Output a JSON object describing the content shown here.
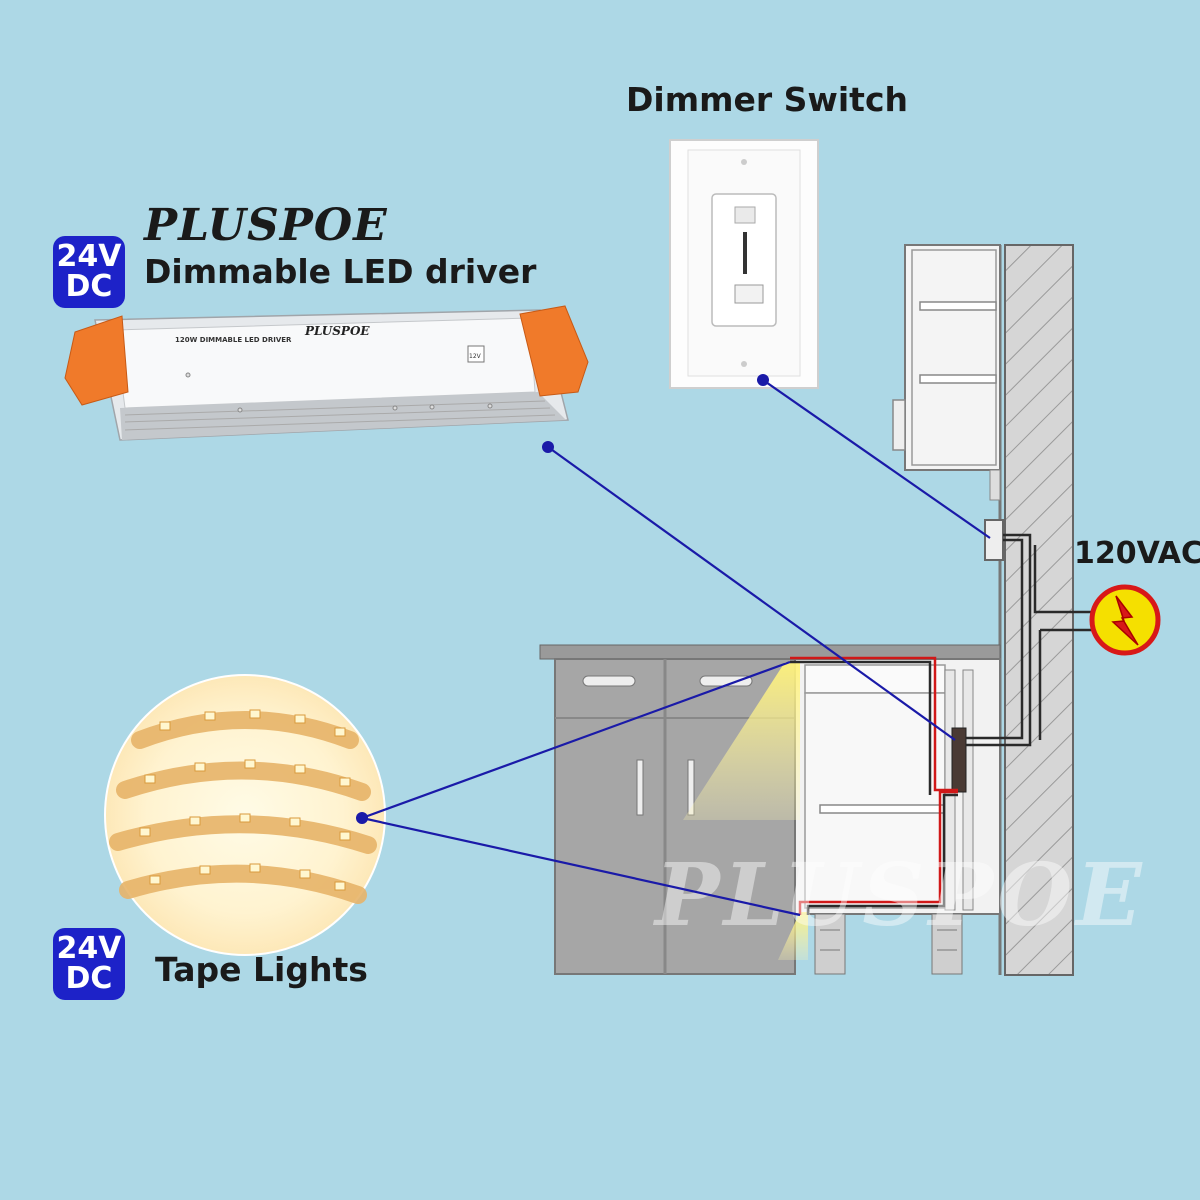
{
  "brand": {
    "name": "PLUSPOE"
  },
  "badges": {
    "driver_voltage": {
      "line1": "24V",
      "line2": "DC"
    },
    "tape_voltage": {
      "line1": "24V",
      "line2": "DC"
    }
  },
  "labels": {
    "driver": "Dimmable LED driver",
    "dimmer": "Dimmer Switch",
    "tape": "Tape Lights",
    "supply": "120VAC"
  },
  "driver_device": {
    "brand": "PLUSPOE",
    "model_text": "120W DIMMABLE LED DRIVER",
    "voltage_tag": "12V"
  },
  "watermark": "PLUSPOE",
  "colors": {
    "background": "#add8e6",
    "badge": "#1d22c8",
    "connector_line": "#1a1aa8",
    "driver_caps": "#f07a2a",
    "hazard_fill": "#f5e000",
    "hazard_ring": "#d81818",
    "light_glow": "#fff2a0"
  },
  "icons": {
    "hazard": "lightning-hazard-icon"
  }
}
